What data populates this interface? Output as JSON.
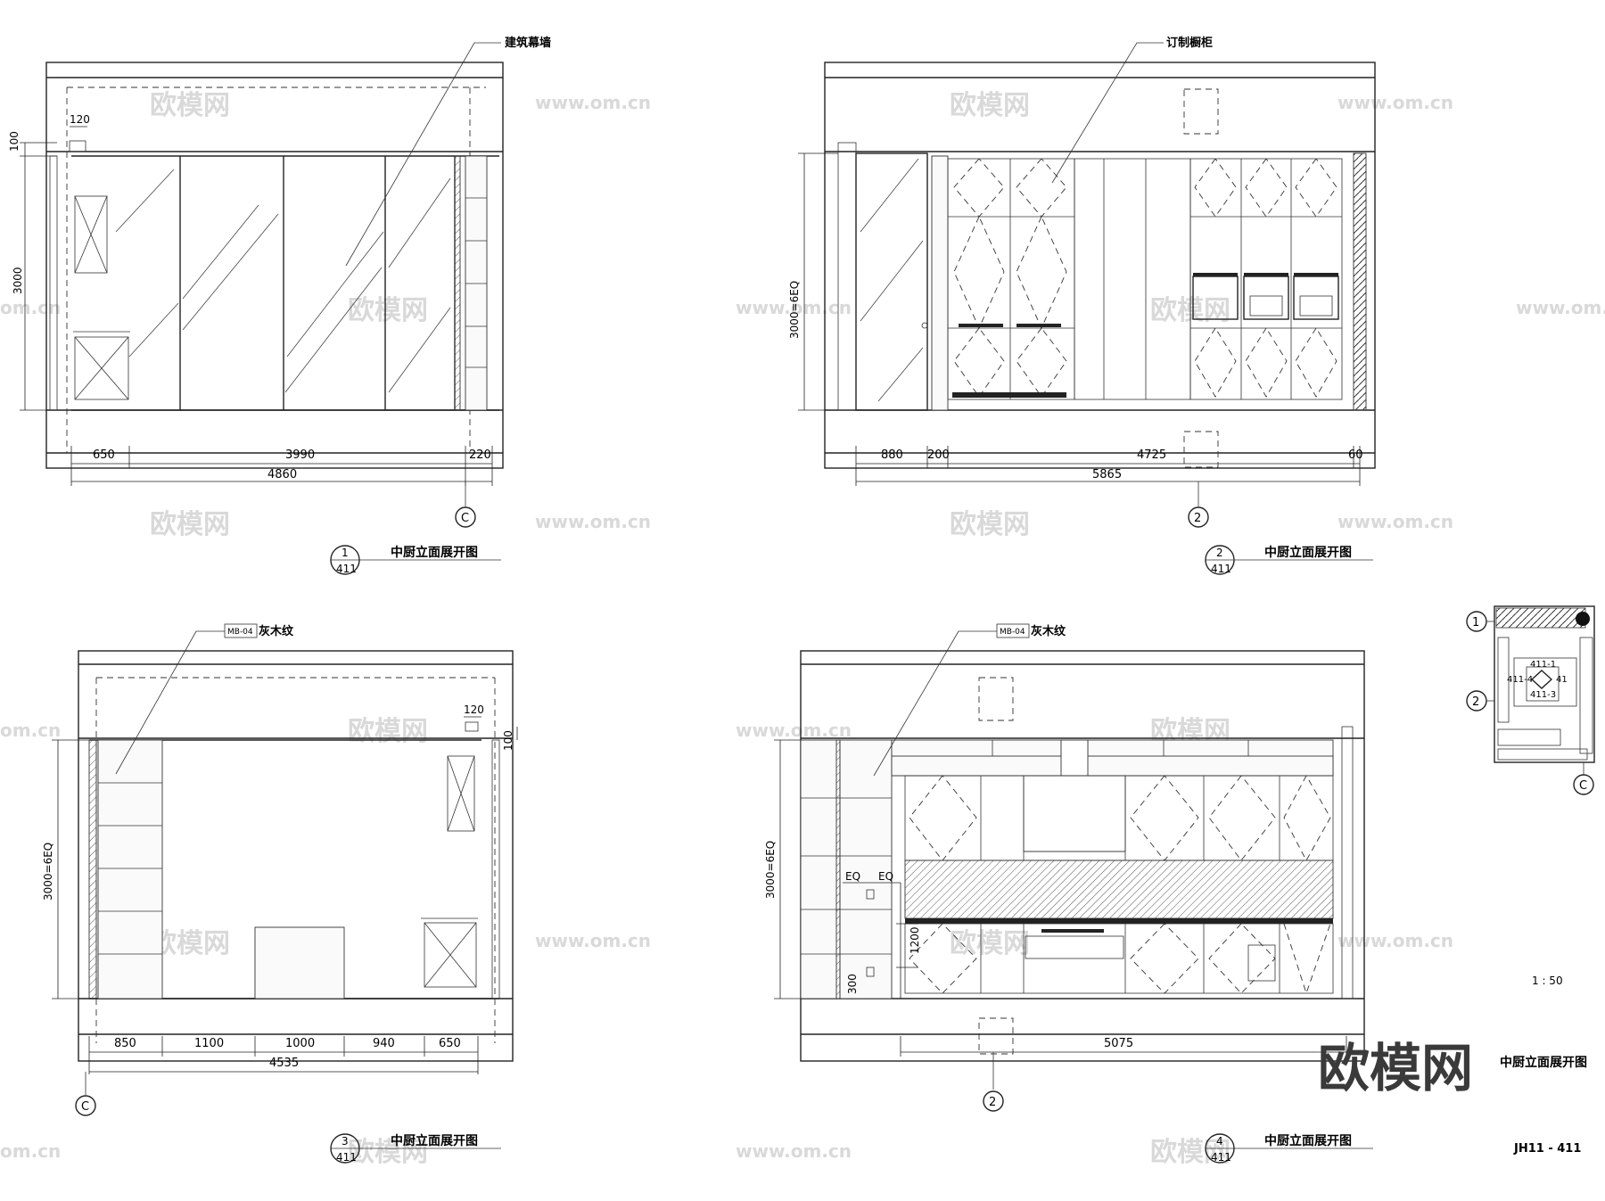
{
  "labels": {
    "curtain_wall": "建筑幕墙",
    "custom_cabinet": "订制橱柜",
    "grey_wood_code": "MB-04",
    "grey_wood_text": "灰木纹",
    "title_1": "中厨立面展开图",
    "title_2": "中厨立面展开图",
    "title_3": "中厨立面展开图",
    "title_4": "中厨立面展开图",
    "title_key": "中厨立面展开图",
    "scale": "1 : 50",
    "sheet_no": "JH11 - 411",
    "brand": "欧模网",
    "watermark_cn": "欧模网",
    "watermark_url": "www.om.cn",
    "watermark_url_cut": "om.cn"
  },
  "symbols": {
    "e1_num": "1",
    "e1_sheet": "411",
    "e2_num": "2",
    "e2_sheet": "411",
    "e3_num": "3",
    "e3_sheet": "411",
    "e4_num": "4",
    "e4_sheet": "411",
    "grid_c": "C",
    "grid_2": "2",
    "key_1": "1",
    "key_2": "2",
    "key_c": "C",
    "key_411_1": "411-1",
    "key_411_4": "411-4",
    "key_411_3": "411-3",
    "key_41": "41"
  },
  "dims": {
    "e1_top": "120",
    "e1_side_small": "100",
    "e1_height": "3000",
    "e1_a": "650",
    "e1_b": "3990",
    "e1_c": "220",
    "e1_total": "4860",
    "e2_height": "3000=6EQ",
    "e2_a": "880",
    "e2_b": "200",
    "e2_c": "4725",
    "e2_d": "60",
    "e2_total": "5865",
    "e3_top": "120",
    "e3_side_small": "100",
    "e3_height": "3000=6EQ",
    "e3_a": "850",
    "e3_b": "1100",
    "e3_c": "1000",
    "e3_d": "940",
    "e3_e": "650",
    "e3_total": "4535",
    "e4_height": "3000=6EQ",
    "e4_eq1": "EQ",
    "e4_eq2": "EQ",
    "e4_h1": "1200",
    "e4_h2": "300",
    "e4_total": "5075"
  }
}
